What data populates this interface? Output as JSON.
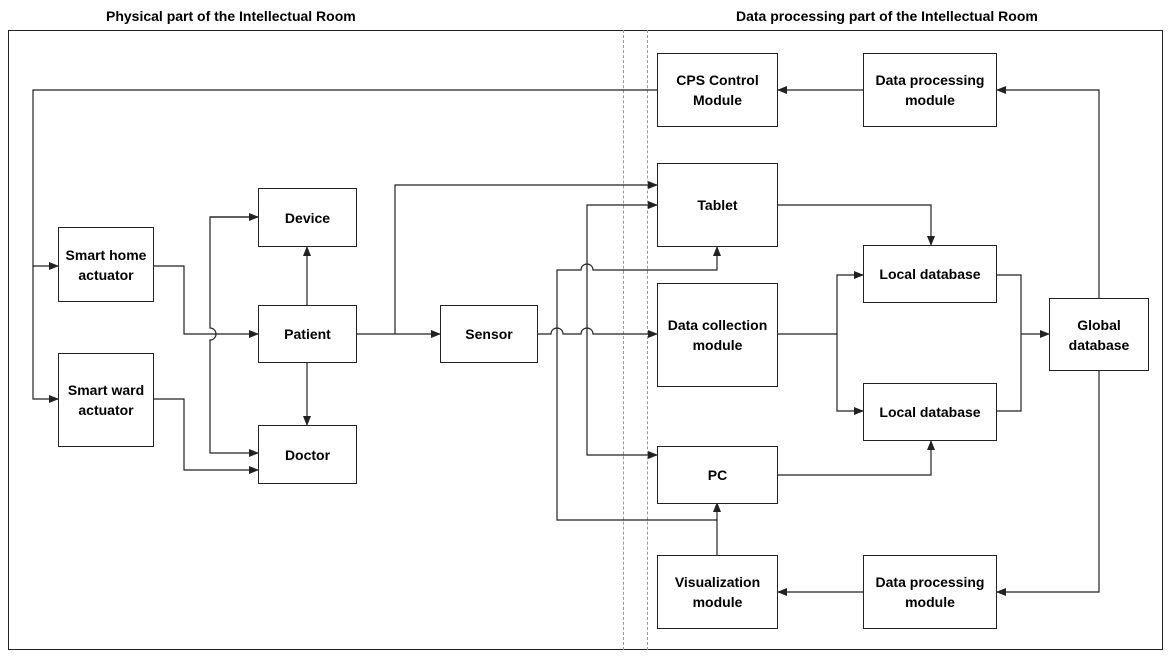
{
  "titles": {
    "physical": "Physical part of the Intellectual Room",
    "data_processing": "Data processing part of the Intellectual Room"
  },
  "nodes": {
    "smart_home_actuator": "Smart home\nactuator",
    "smart_ward_actuator": "Smart ward\nactuator",
    "device": "Device",
    "patient": "Patient",
    "doctor": "Doctor",
    "sensor": "Sensor",
    "cps_control_module": "CPS Control\nModule",
    "data_processing_module_top": "Data processing\nmodule",
    "tablet": "Tablet",
    "data_collection_module": "Data collection\nmodule",
    "pc": "PC",
    "visualization_module": "Visualization\nmodule",
    "data_processing_module_bottom": "Data processing\nmodule",
    "local_database_top": "Local database",
    "local_database_bottom": "Local database",
    "global_database": "Global\ndatabase"
  },
  "colors": {
    "line": "#222222",
    "divider": "#999999",
    "background": "#ffffff"
  }
}
